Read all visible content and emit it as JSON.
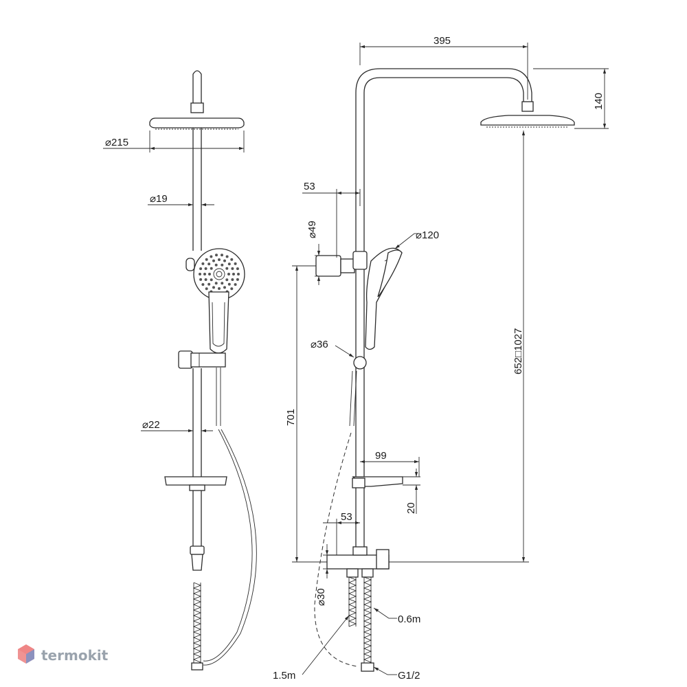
{
  "front_view": {
    "head_diameter": "215",
    "pipe_diameter_upper": "19",
    "pipe_diameter_lower": "22"
  },
  "side_view": {
    "arm_reach": "395",
    "head_height": "140",
    "mount_offset_upper": "53",
    "mount_diameter": "49",
    "hand_shower_diameter": "120",
    "holder_diameter": "36",
    "height_range": "652□1027",
    "lower_height": "701",
    "shelf_width": "99",
    "shelf_height": "20",
    "mount_offset_lower": "53",
    "mixer_diameter": "30",
    "hose_short": "0.6m",
    "hose_long": "1.5m",
    "thread": "G1/2"
  },
  "brand": {
    "name": "termokit",
    "logo_colors": [
      "#e23b3b",
      "#3b8fe2",
      "#9aa3ad"
    ]
  }
}
